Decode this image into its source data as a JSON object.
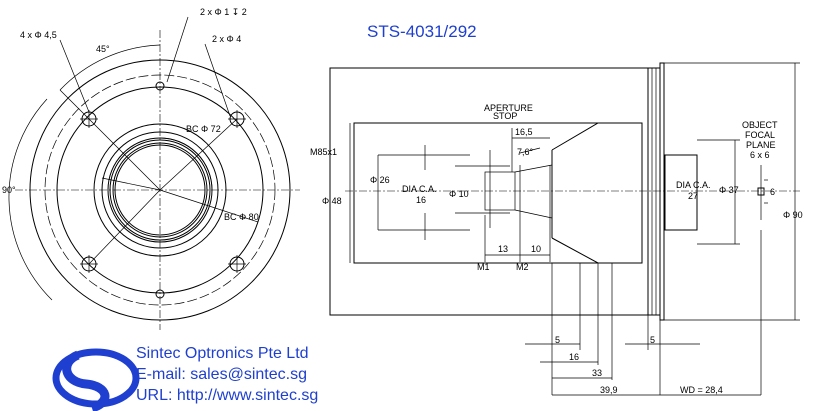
{
  "title": "STS-4031/292",
  "company": {
    "name": "Sintec Optronics Pte Ltd",
    "email_line": "E-mail: sales@sintec.sg",
    "url_line": "URL: http://www.sintec.sg",
    "color": "#1e3fd0"
  },
  "front_view_labels": {
    "holes_tapped": "2 x Φ 1 ↧ 2",
    "holes_small": "2 x Φ 4",
    "holes_large": "4 x Φ 4,5",
    "angle_45": "45°",
    "angle_90": "90°",
    "bc_72": "BC Φ 72",
    "bc_80": "BC Φ 80"
  },
  "side_view_labels": {
    "thread": "M85x1",
    "dia_48": "Φ 48",
    "dia_26": "Φ 26",
    "dia_ca_16_a": "DIA C.A.",
    "dia_ca_16_b": "16",
    "dia_10": "Φ 10",
    "aperture_a": "APERTURE",
    "aperture_b": "STOP",
    "len_16_5": "16,5",
    "angle_7_6": "7,6°",
    "len_13": "13",
    "len_10": "10",
    "m1": "M1",
    "m2": "M2",
    "dia_ca_27_a": "DIA C.A.",
    "dia_ca_27_b": "27",
    "dia_37": "Φ 37",
    "dia_90": "Φ 90",
    "object_a": "OBJECT",
    "object_b": "FOCAL",
    "object_c": "PLANE",
    "object_d": "6 x 6",
    "size_6": "6",
    "len_5a": "5",
    "len_16": "16",
    "len_33": "33",
    "len_39_9": "39,9",
    "len_5b": "5",
    "wd": "WD = 28,4"
  }
}
